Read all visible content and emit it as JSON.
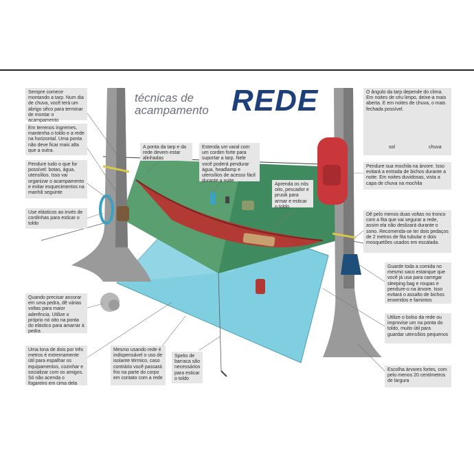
{
  "title": {
    "line1": "técnicas de",
    "line2": "acampamento",
    "main": "REDE"
  },
  "notes": {
    "start_tarp": "Sempre comece montando a tarp. Num dia de chuva, você terá um abrigo sêco para terminar de montar o acampamento",
    "steep_terrain": "Em terrenos íngremes, mantenha o toldo e a rede na horizontal. Uma ponta não deve ficar mais alta que a outra.",
    "hang_everything": "Pendure tudo o que for possível: botas, água, utensílios. Isso vai organizar o acampamento e evitar esquecimentos na manhã seguinte",
    "elastic_cords": "Use elásticos ao invés de cordinhas para esticar o toldo",
    "rock_anchor": "Quando precisar ancorar em uma pedra, dê várias voltas para maior aderência. Utilize o próprio nó oito na ponta do elástico para amarrar à pedra",
    "two_person_tarp": "Uma lona de dois por três metros é extremamente útil para espalhar os equipamentos, cozinhar e socializar com os amigos. Só não acenda o fogareiro em cima dela",
    "insulation": "Mesmo usando rede é indispensável o uso de isolante térmico, caso contrário você passará frio na parte do corpo em contato com a rede",
    "stakes": "Speks de barraca são necessários para esticar o toldo",
    "tarp_ends_aligned": "A ponta da tarp e da rede devem estar alinhadas",
    "clothesline": "Estenda um varal com um cordim forte para suportar a tarp. Nele você poderá pendurar água, headlamp e utensílios de acesso fácil durante a noite",
    "knots": "Aprenda os nós oito, pescador e prusik para armar e esticar o toldo",
    "tarp_angle": "O ângulo da tarp depende do clima. Em noites de céu limpo, deixe-a mais aberta. E em noites de chuva, o mais fechada possível.",
    "sun_label": "sol",
    "rain_label": "chuva",
    "backpack": "Pendure sua mochila na árvore. Isso evitará a entrada de bichos durante a noite. Em noites duvidosas, vista a capa de chuva na mochila",
    "tree_straps": "Dê pelo menos duas voltas no tronco com a fita que vai segurar a rede, assim ela não deslizará durante o sono. Recomenda-se ter dois pedaços de 2 metros de fita tubular e dois mosquetões usados em escalada.",
    "food": "Guarde toda a comida no mesmo saco estanque que você já usa para carregar sleeping bag e roupas e pendure-o na árvore. Isso evitará o assalto de bichos enxeridos e famintos",
    "pocket": "Utilize o bolso da rede ou improvise um na ponta do toldo, muito útil para guardar utensílios pequenos",
    "strong_trees": "Escolha árvores fortes, com pelo menos 20 centímetros de largura"
  },
  "colors": {
    "title_main": "#1e3f7a",
    "tarp_green": "#3f8a5e",
    "ground_tarp": "#7fcfe0",
    "hammock_red": "#b23a34",
    "backpack_red": "#c9373b",
    "note_box": "#e6e6e6",
    "tree_trunk": "#8f8f8f"
  }
}
